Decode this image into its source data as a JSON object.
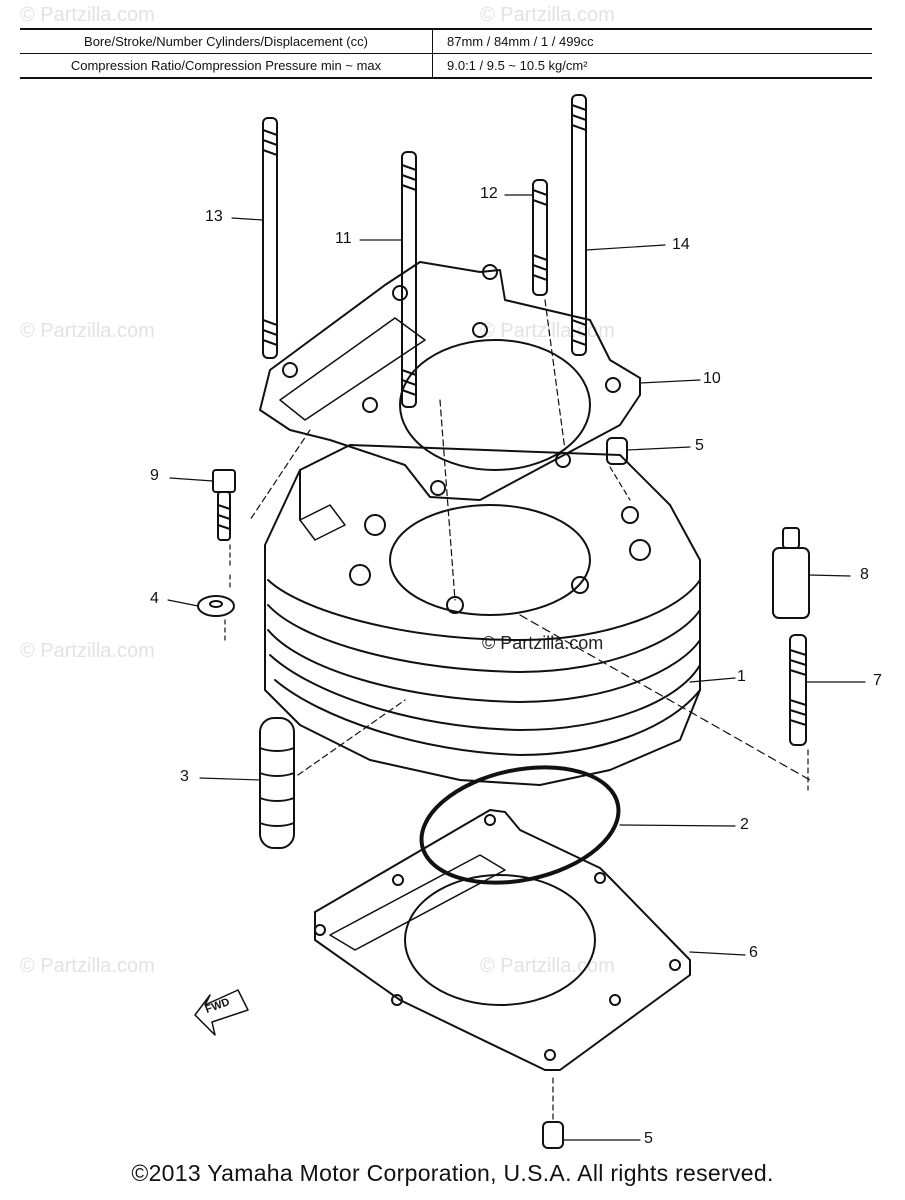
{
  "specs": [
    {
      "label": "Bore/Stroke/Number Cylinders/Displacement (cc)",
      "value": "87mm / 84mm / 1 / 499cc"
    },
    {
      "label": "Compression Ratio/Compression Pressure min ~ max",
      "value": "9.0:1 / 9.5 ~ 10.5 kg/cm²"
    }
  ],
  "callouts": {
    "c1": "1",
    "c2": "2",
    "c3": "3",
    "c4": "4",
    "c5a": "5",
    "c5b": "5",
    "c6": "6",
    "c7": "7",
    "c8": "8",
    "c9": "9",
    "c10": "10",
    "c11": "11",
    "c12": "12",
    "c13": "13",
    "c14": "14"
  },
  "watermark": "© Partzilla.com",
  "fwd_label": "FWD",
  "copyright": "©2013 Yamaha Motor Corporation, U.S.A. All rights reserved."
}
